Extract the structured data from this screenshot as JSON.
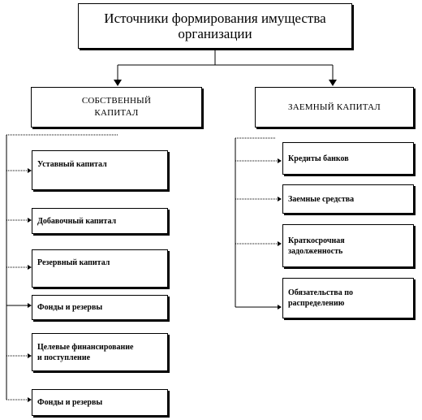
{
  "title_line1": "Источники формирования имущества",
  "title_line2": "организации",
  "own_capital": {
    "line1": "СОБСТВЕННЫЙ",
    "line2": "КАПИТАЛ",
    "items": [
      {
        "text": "Уставный капитал"
      },
      {
        "text": "Добавочный капитал"
      },
      {
        "text": "Резервный капитал"
      },
      {
        "text": "Фонды и резервы"
      },
      {
        "line1": "Целевые финансирование",
        "line2": "и поступление"
      },
      {
        "text": "Фонды и резервы"
      }
    ]
  },
  "borrowed_capital": {
    "label": "ЗАЕМНЫЙ КАПИТАЛ",
    "items": [
      {
        "text": "Кредиты банков"
      },
      {
        "text": "Заемные средства"
      },
      {
        "line1": "Краткосрочная",
        "line2": "задолженность"
      },
      {
        "line1": "Обязательства по",
        "line2": "распределению"
      }
    ]
  }
}
